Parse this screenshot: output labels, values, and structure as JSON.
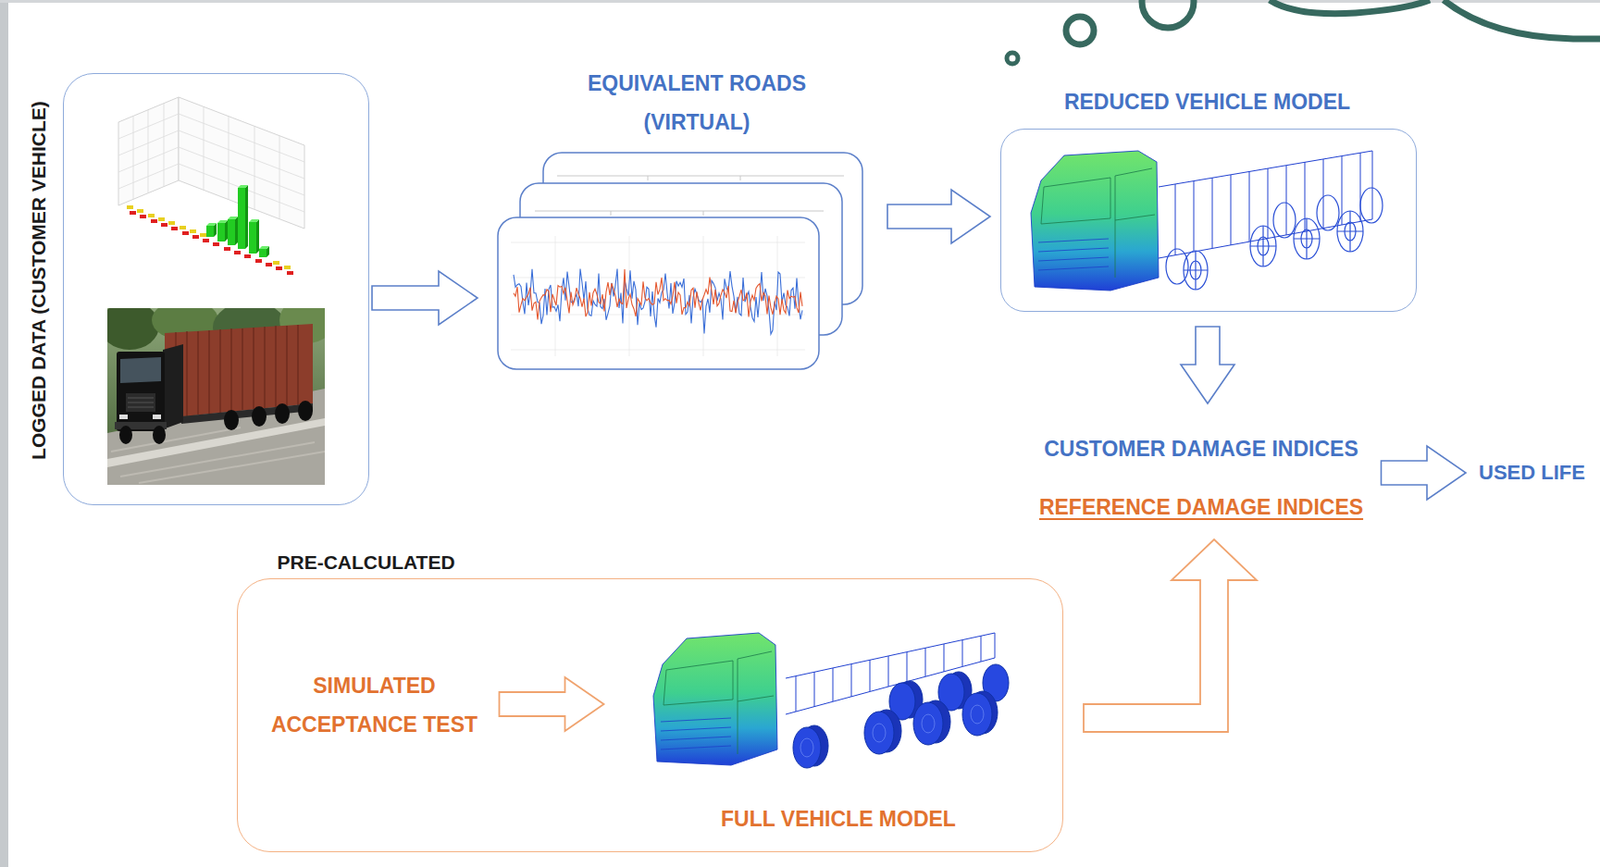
{
  "diagram": {
    "nodes": [
      {
        "text": [
          "LOGGED DATA (CUSTOMER VEHICLE)"
        ]
      },
      {
        "text": [
          "EQUIVALENT ROADS (VIRTUAL)"
        ]
      },
      {
        "text": [
          "REDUCED VEHICLE MODEL"
        ]
      },
      {
        "text": [
          "CUSTOMER DAMAGE INDICES",
          "REFERENCE DAMAGE INDICES"
        ]
      },
      {
        "text": [
          "USED LIFE"
        ]
      },
      {
        "text": [
          "PRE-CALCULATED"
        ]
      },
      {
        "text": [
          "SIMULATED ACCEPTANCE TEST"
        ],
        "in": 5
      },
      {
        "text": [
          "FULL VEHICLE MODEL"
        ],
        "in": 5
      }
    ],
    "edges": [
      {
        "from": 0,
        "to": 1,
        "arrow": "to"
      },
      {
        "from": 1,
        "to": 2,
        "arrow": "to"
      },
      {
        "from": 2,
        "to": 3,
        "arrow": "to"
      },
      {
        "from": 3,
        "to": 4,
        "arrow": "to"
      },
      {
        "from": 6,
        "to": 7,
        "arrow": "to"
      },
      {
        "from": 5,
        "to": 3,
        "arrow": "to"
      }
    ]
  }
}
